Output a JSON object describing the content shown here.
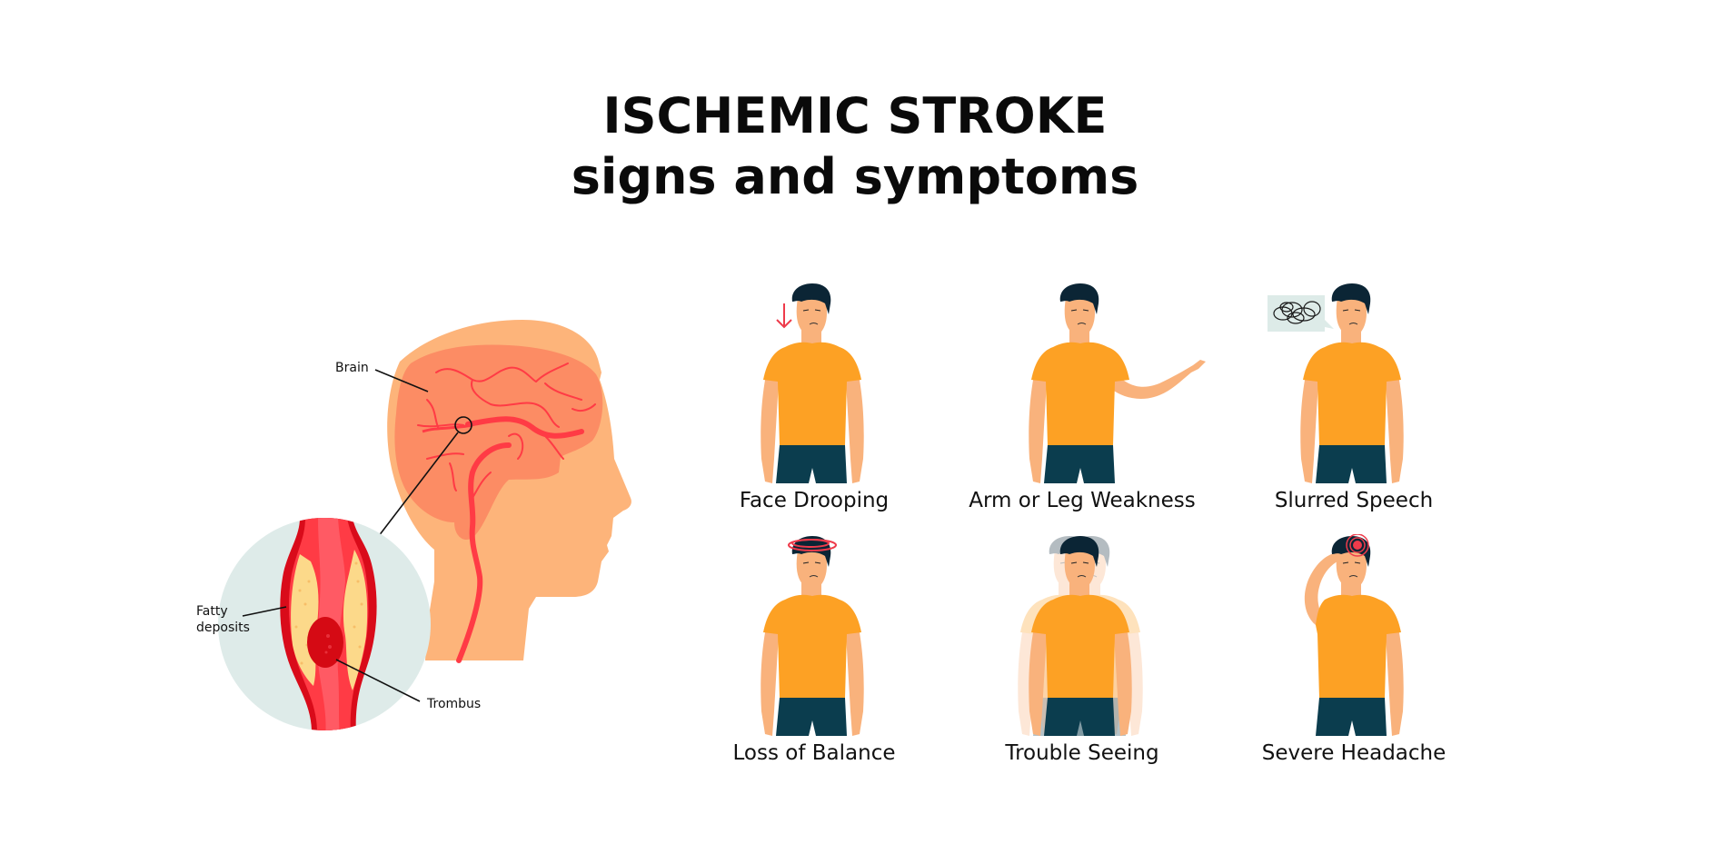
{
  "title": {
    "line1": "ISCHEMIC STROKE",
    "line2": "signs and symptoms"
  },
  "anatomy": {
    "labels": {
      "brain": "Brain",
      "fatty_deposits_line1": "Fatty",
      "fatty_deposits_line2": "deposits",
      "thrombus": "Trombus"
    },
    "colors": {
      "head": "#FDB47A",
      "brain": "#FC8C64",
      "artery": "#FF3B45",
      "artery_dark": "#D90B1A",
      "fat": "#FCD98A",
      "lens_bg": "#DEEBE9",
      "clot": "#D50A14"
    }
  },
  "symptoms": [
    {
      "id": "face-drooping",
      "label": "Face Drooping",
      "indicator": "down-arrow"
    },
    {
      "id": "arm-leg-weakness",
      "label": "Arm or Leg Weakness",
      "indicator": "raised-arm"
    },
    {
      "id": "slurred-speech",
      "label": "Slurred Speech",
      "indicator": "scribble-speech-bubble"
    },
    {
      "id": "loss-of-balance",
      "label": "Loss of Balance",
      "indicator": "dizzy-rings"
    },
    {
      "id": "trouble-seeing",
      "label": "Trouble Seeing",
      "indicator": "blurred-double-image"
    },
    {
      "id": "severe-headache",
      "label": "Severe Headache",
      "indicator": "pain-target"
    }
  ],
  "figure_colors": {
    "shirt": "#FDA124",
    "skin": "#F9B27C",
    "hair": "#0B2535",
    "pants": "#0B3D4E",
    "accent_red": "#EE3B4B",
    "bubble": "#DDEBE8"
  }
}
